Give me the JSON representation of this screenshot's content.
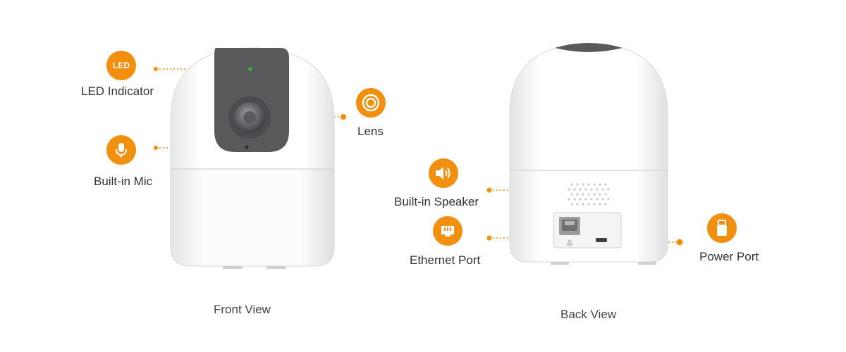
{
  "callouts": {
    "led": {
      "badge_text": "LED",
      "label": "LED Indicator",
      "icon": "led-icon"
    },
    "mic": {
      "label": "Built-in Mic",
      "icon": "microphone-icon"
    },
    "lens": {
      "label": "Lens",
      "icon": "lens-icon"
    },
    "speaker": {
      "label": "Built-in Speaker",
      "icon": "speaker-icon"
    },
    "ethernet": {
      "label": "Ethernet Port",
      "icon": "ethernet-port-icon"
    },
    "power": {
      "label": "Power Port",
      "icon": "usb-power-icon"
    }
  },
  "views": {
    "front": "Front View",
    "back": "Back View"
  },
  "colors": {
    "accent": "#f0900e",
    "shell": "#ffffff",
    "front_panel": "#58595b",
    "led_green": "#2fae3a"
  }
}
